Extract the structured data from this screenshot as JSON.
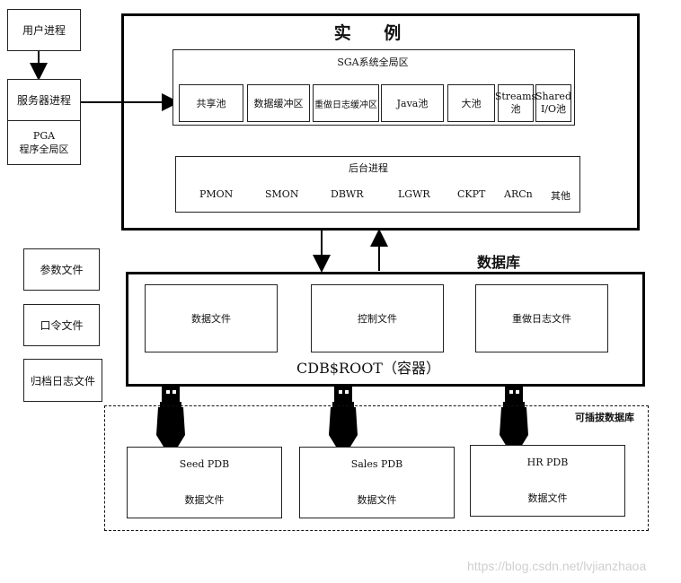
{
  "left": {
    "user_process": "用户进程",
    "server_process": "服务器进程",
    "pga_line1": "PGA",
    "pga_line2": "程序全局区",
    "param_file": "参数文件",
    "password_file": "口令文件",
    "archive_log_file": "归档日志文件"
  },
  "instance": {
    "title": "实    例",
    "sga": {
      "title": "SGA系统全局区",
      "components": [
        "共享池",
        "数据缓冲区",
        "重做日志缓冲区",
        "Java池",
        "大池",
        "Streams池",
        "Shared I/O池"
      ]
    },
    "background": {
      "title": "后台进程",
      "processes": [
        "PMON",
        "SMON",
        "DBWR",
        "LGWR",
        "CKPT",
        "ARCn",
        "其他"
      ]
    }
  },
  "database": {
    "title": "数据库",
    "files": [
      "数据文件",
      "控制文件",
      "重做日志文件"
    ],
    "container_label": "CDB$ROOT（容器）"
  },
  "pluggable": {
    "title": "可插拔数据库",
    "pdbs": [
      {
        "name": "Seed PDB",
        "file": "数据文件"
      },
      {
        "name": "Sales PDB",
        "file": "数据文件"
      },
      {
        "name": "HR PDB",
        "file": "数据文件"
      }
    ]
  },
  "watermark": "https://blog.csdn.net/lvjianzhaoa"
}
